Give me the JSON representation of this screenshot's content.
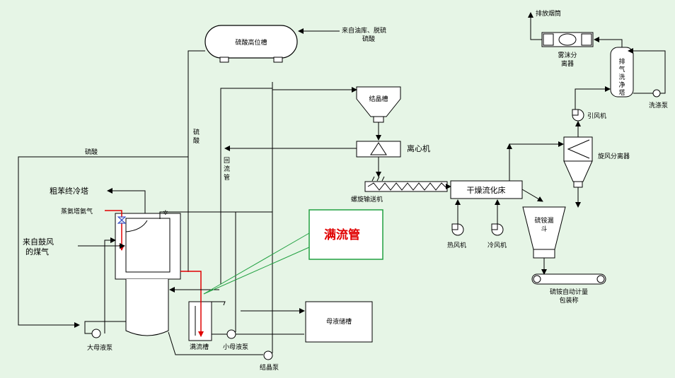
{
  "labels": {
    "sulfuric_high_tank": "硫酸高位槽",
    "from_oil_depot_line1": "来自油库、脱硫",
    "from_oil_depot_line2": "硫酸",
    "sulfuric_acid_vertical": [
      "硫",
      "酸"
    ],
    "sulfuric_acid_left": "硫酸",
    "return_pipe_vertical": [
      "回",
      "流",
      "管"
    ],
    "crystallizer": "结晶槽",
    "centrifuge": "离心机",
    "screw_conveyor": "螺旋输送机",
    "dryer": "干燥流化床",
    "hot_fan": "热风机",
    "cold_fan": "冷风机",
    "cyclone": "旋风分离器",
    "ammonium_hopper_line1": "硫铵漏",
    "ammonium_hopper_line2": "斗",
    "packaging_line1": "硫铵自动计量",
    "packaging_line2": "包装称",
    "induced_fan": "引风机",
    "washing_tower": [
      "排",
      "气",
      "洗",
      "净",
      "塔"
    ],
    "washing_pump": "洗涤泵",
    "mist_separator_line1": "雾沫分",
    "mist_separator_line2": "离器",
    "exhaust_chimney": "排放烟筒",
    "crude_benzene_cooler": "粗苯终冷塔",
    "ammonia_steam": "蒸氨塔氨气",
    "from_blower_line1": "来自鼓风",
    "from_blower_line2": "的煤气",
    "large_mother_pump": "大母液泵",
    "overflow_tank": "满流槽",
    "small_mother_pump": "小母液泵",
    "crystal_pump": "结晶泵",
    "mother_liquor_tank": "母液储槽",
    "overflow_pipe_callout": "满流管"
  },
  "colors": {
    "background": "#e6f5e6",
    "line": "#000000",
    "steam_line": "#e00000",
    "callout_border": "#20a040",
    "callout_text": "#e00000"
  }
}
